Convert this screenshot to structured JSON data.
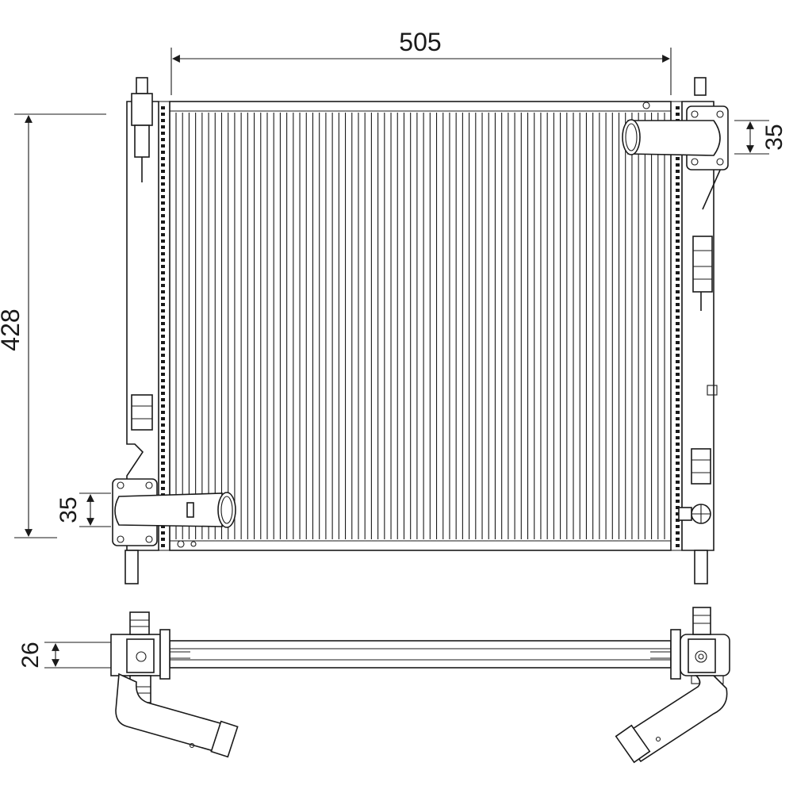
{
  "dimensions": {
    "width_label": "505",
    "height_label": "428",
    "upper_pipe_label": "35",
    "lower_pipe_label": "35",
    "depth_label": "26"
  },
  "core": {
    "fin_count": 76
  }
}
